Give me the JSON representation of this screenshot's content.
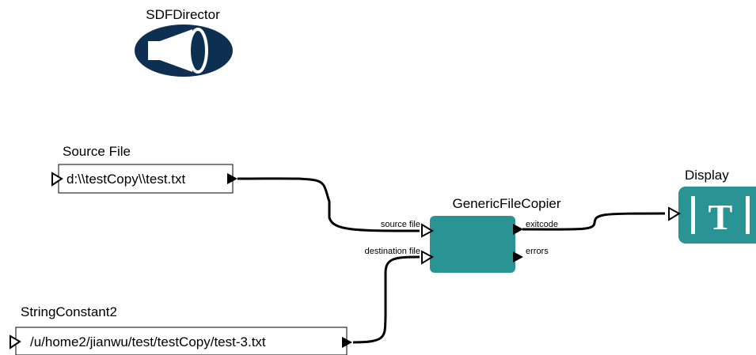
{
  "director": {
    "label": "SDFDirector",
    "icon": "megaphone-icon",
    "color": "#0d2f52"
  },
  "source_file": {
    "title": "Source File",
    "value": "d:\\\\testCopy\\\\test.txt"
  },
  "string_constant": {
    "title": "StringConstant2",
    "value": "/u/home2/jianwu/test/testCopy/test-3.txt"
  },
  "copier": {
    "title": "GenericFileCopier",
    "color": "#2a9494",
    "ports": {
      "source": "source file",
      "destination": "destination file",
      "exitcode": "exitcode",
      "errors": "errors"
    }
  },
  "display": {
    "title": "Display",
    "glyph": "T",
    "color": "#2a9494"
  }
}
